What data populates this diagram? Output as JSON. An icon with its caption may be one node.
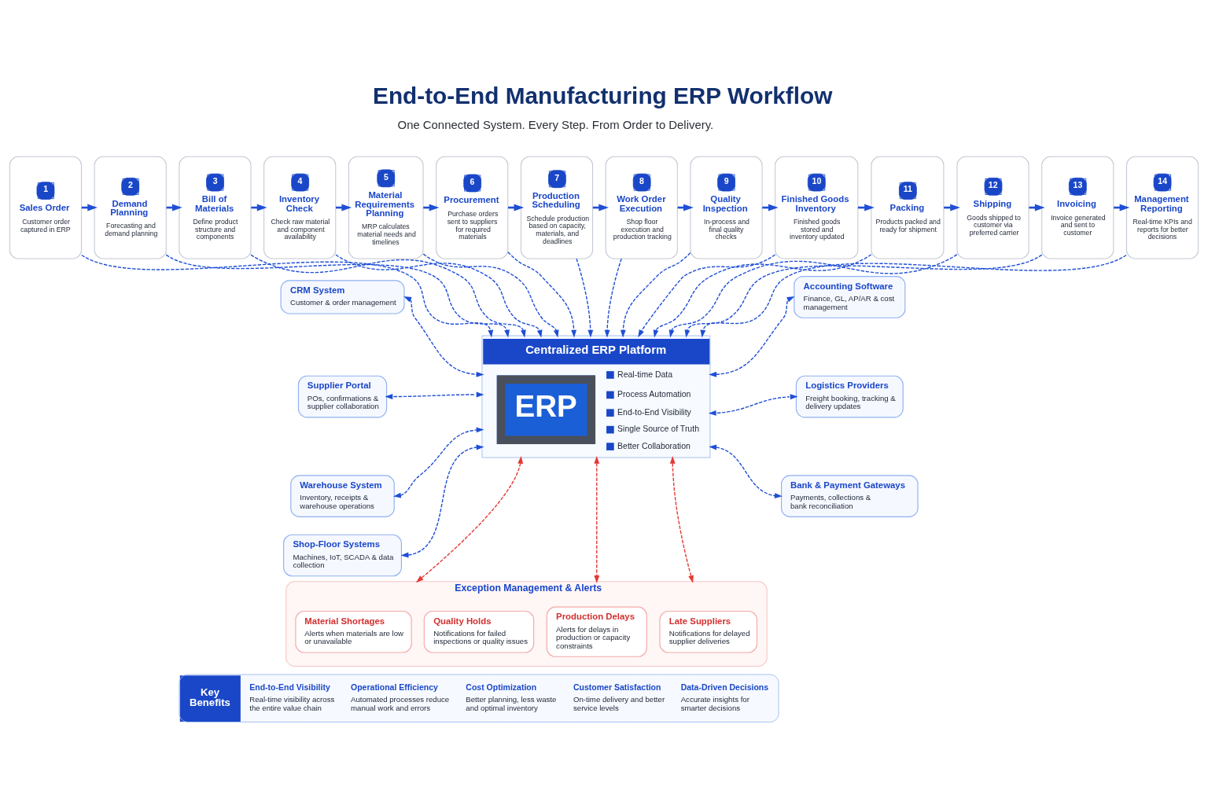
{
  "diagram": {
    "title": "End-to-End Manufacturing ERP Workflow",
    "nodes": [
      {
        "text": [
          "1",
          "Sales Order",
          "Customer order captured in ERP"
        ]
      },
      {
        "text": [
          "2",
          "Demand Planning",
          "Forecasting and demand planning"
        ]
      },
      {
        "text": [
          "3",
          "Bill of Materials",
          "Define product structure and components"
        ]
      },
      {
        "text": [
          "4",
          "Inventory Check",
          "Check raw material and component availability"
        ]
      },
      {
        "text": [
          "5",
          "Material Requirements Planning",
          "MRP calculates material needs and timelines"
        ]
      },
      {
        "text": [
          "6",
          "Procurement",
          "Purchase orders sent to suppliers for required materials"
        ]
      },
      {
        "text": [
          "7",
          "Production Scheduling",
          "Schedule production based on capacity, materials, and deadlines"
        ]
      },
      {
        "text": [
          "8",
          "Work Order Execution",
          "Shop floor execution and production tracking"
        ]
      },
      {
        "text": [
          "9",
          "Quality Inspection",
          "In-process and final quality checks"
        ]
      },
      {
        "text": [
          "10",
          "Finished Goods Inventory",
          "Finished goods stored and inventory updated"
        ]
      },
      {
        "text": [
          "11",
          "Packing",
          "Products packed and ready for shipment"
        ]
      },
      {
        "text": [
          "12",
          "Shipping",
          "Goods shipped to customer via preferred carrier"
        ]
      },
      {
        "text": [
          "13",
          "Invoicing",
          "Invoice generated and sent to customer"
        ]
      },
      {
        "text": [
          "14",
          "Management Reporting",
          "Real-time KPIs and reports for better decisions"
        ]
      },
      {
        "text": [
          "CRM System",
          "Customer & order management"
        ]
      },
      {
        "text": [
          "Supplier Portal",
          "POs, confirmations & supplier collaboration"
        ]
      },
      {
        "text": [
          "Warehouse System",
          "Inventory, receipts & warehouse operations"
        ]
      },
      {
        "text": [
          "Shop-Floor Systems",
          "Machines, IoT, SCADA & data collection"
        ]
      },
      {
        "text": [
          "Centralized ERP Platform",
          "ERP",
          "Real-time Data",
          "Process Automation",
          "End-to-End Visibility",
          "Single Source of Truth",
          "Better Collaboration"
        ]
      },
      {
        "text": [
          "Accounting Software",
          "Finance, GL, AP/AR & cost management"
        ]
      },
      {
        "text": [
          "Logistics Providers",
          "Freight booking, tracking & delivery updates"
        ]
      },
      {
        "text": [
          "Bank & Payment Gateways",
          "Payments, collections & bank reconciliation"
        ]
      },
      {
        "text": [
          "Exception Management & Alerts"
        ]
      },
      {
        "text": [
          "Material Shortages",
          "Alerts when materials are low or unavailable"
        ],
        "in": 22
      },
      {
        "text": [
          "Quality Holds",
          "Notifications for failed inspections or quality issues"
        ],
        "in": 22
      },
      {
        "text": [
          "Production Delays",
          "Alerts for delays in production or capacity constraints"
        ],
        "in": 22
      },
      {
        "text": [
          "Late Suppliers",
          "Notifications for delayed supplier deliveries"
        ],
        "in": 22
      },
      {
        "text": [
          "Key Benefits",
          "End-to-End Visibility",
          "Real-time visibility across the entire value chain",
          "Operational Efficiency",
          "Automated processes reduce manual work and errors",
          "Cost Optimization",
          "Better planning, less waste and optimal inventory",
          "Customer Satisfaction",
          "On-time delivery and better service levels",
          "Data-Driven Decisions",
          "Accurate insights for smarter decisions"
        ]
      }
    ],
    "edges": [
      {
        "from": 0,
        "to": 1,
        "arrow": "to"
      },
      {
        "from": 1,
        "to": 2,
        "arrow": "to"
      },
      {
        "from": 2,
        "to": 3,
        "arrow": "to"
      },
      {
        "from": 3,
        "to": 4,
        "arrow": "to"
      },
      {
        "from": 4,
        "to": 5,
        "arrow": "to"
      },
      {
        "from": 5,
        "to": 6,
        "arrow": "to"
      },
      {
        "from": 6,
        "to": 7,
        "arrow": "to"
      },
      {
        "from": 7,
        "to": 8,
        "arrow": "to"
      },
      {
        "from": 8,
        "to": 9,
        "arrow": "to"
      },
      {
        "from": 9,
        "to": 10,
        "arrow": "to"
      },
      {
        "from": 10,
        "to": 11,
        "arrow": "to"
      },
      {
        "from": 11,
        "to": 12,
        "arrow": "to"
      },
      {
        "from": 12,
        "to": 13,
        "arrow": "to"
      },
      {
        "from": 0,
        "to": 18,
        "arrow": "to",
        "style": "dashed"
      },
      {
        "from": 1,
        "to": 18,
        "arrow": "to",
        "style": "dashed"
      },
      {
        "from": 2,
        "to": 18,
        "arrow": "to",
        "style": "dashed"
      },
      {
        "from": 3,
        "to": 18,
        "arrow": "to",
        "style": "dashed"
      },
      {
        "from": 4,
        "to": 18,
        "arrow": "to",
        "style": "dashed"
      },
      {
        "from": 5,
        "to": 18,
        "arrow": "to",
        "style": "dashed"
      },
      {
        "from": 6,
        "to": 18,
        "arrow": "to",
        "style": "dashed"
      },
      {
        "from": 7,
        "to": 18,
        "arrow": "to",
        "style": "dashed"
      },
      {
        "from": 8,
        "to": 18,
        "arrow": "to",
        "style": "dashed"
      },
      {
        "from": 9,
        "to": 18,
        "arrow": "to",
        "style": "dashed"
      },
      {
        "from": 10,
        "to": 18,
        "arrow": "to",
        "style": "dashed"
      },
      {
        "from": 11,
        "to": 18,
        "arrow": "to",
        "style": "dashed"
      },
      {
        "from": 12,
        "to": 18,
        "arrow": "to",
        "style": "dashed"
      },
      {
        "from": 13,
        "to": 18,
        "arrow": "to",
        "style": "dashed"
      },
      {
        "from": 14,
        "to": 18,
        "arrow": "both",
        "style": "dashed"
      },
      {
        "from": 15,
        "to": 18,
        "arrow": "both",
        "style": "dashed"
      },
      {
        "from": 16,
        "to": 18,
        "arrow": "both",
        "style": "dashed"
      },
      {
        "from": 17,
        "to": 18,
        "arrow": "both",
        "style": "dashed"
      },
      {
        "from": 18,
        "to": 19,
        "arrow": "both",
        "style": "dashed"
      },
      {
        "from": 18,
        "to": 20,
        "arrow": "both",
        "style": "dashed"
      },
      {
        "from": 18,
        "to": 21,
        "arrow": "both",
        "style": "dashed"
      },
      {
        "from": 18,
        "to": 22,
        "arrow": "both",
        "style": "dashed",
        "color": "#e53935"
      },
      {
        "from": 18,
        "to": 22,
        "arrow": "both",
        "style": "dashed",
        "color": "#e53935"
      },
      {
        "from": 18,
        "to": 22,
        "arrow": "both",
        "style": "dashed",
        "color": "#e53935"
      }
    ],
    "labels": [
      "One Connected System. Every Step. From Order to Delivery."
    ]
  }
}
